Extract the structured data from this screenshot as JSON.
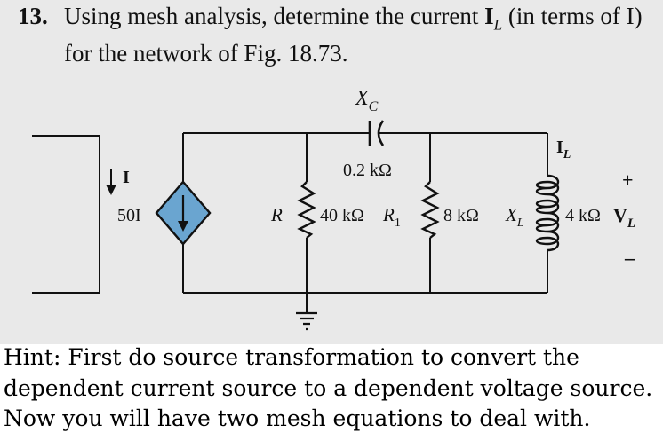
{
  "problem": {
    "number": "13.",
    "line1_prefix": "Using mesh analysis, determine the current ",
    "current_symbol": "I",
    "current_subscript": "L",
    "line1_suffix": " (in terms of I)",
    "line2": "for the network of Fig. 18.73."
  },
  "circuit": {
    "source_current_label": "I",
    "source_value": "50I",
    "capacitor_symbol": "X",
    "capacitor_subscript": "C",
    "capacitor_value": "0.2 kΩ",
    "resistor_symbol": "R",
    "resistor_value": "40 kΩ",
    "resistor1_symbol": "R",
    "resistor1_subscript": "1",
    "resistor1_value": "8 kΩ",
    "inductor_symbol": "X",
    "inductor_subscript": "L",
    "inductor_value": "4 kΩ",
    "load_current_symbol": "I",
    "load_current_subscript": "L",
    "voltage_symbol": "V",
    "voltage_subscript": "L",
    "voltage_plus": "+",
    "voltage_minus": "–",
    "source_fill": "#6aa5d0"
  },
  "hint": {
    "line1": "Hint:  First do source transformation to convert the",
    "line2": "dependent current source to a dependent voltage source.",
    "line3": "Now you will have two mesh equations to deal with."
  }
}
